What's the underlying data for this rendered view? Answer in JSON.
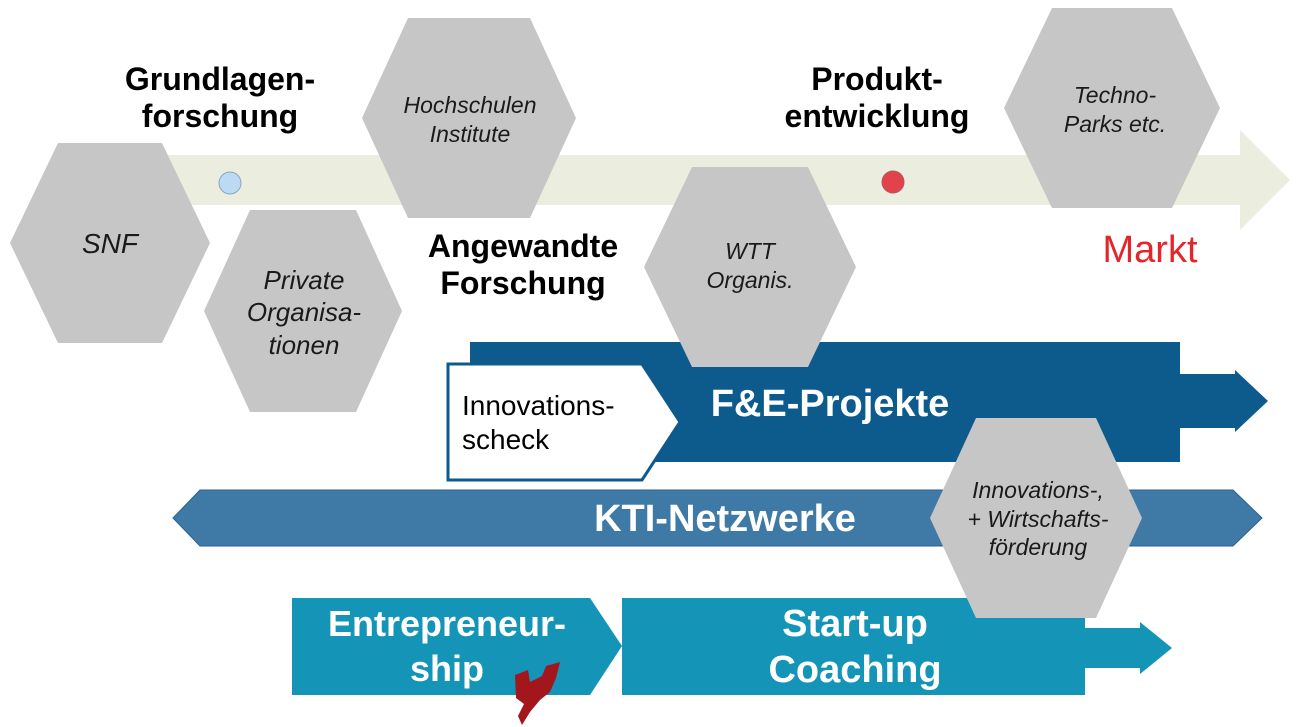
{
  "colors": {
    "main_arrow": "#ebeedf",
    "hexagon": "#c6c6c6",
    "fe_dark_blue": "#0d5a8c",
    "kti_blue": "#3f7aa6",
    "startup_teal": "#1495b8",
    "market_red": "#e3262b",
    "marker_blue": "#bcdaf3",
    "marker_red": "#e2434b"
  },
  "stages": {
    "grundlagen": "Grundlagen-\nforschung",
    "angewandte": "Angewandte\nForschung",
    "produkt": "Produkt-\nentwicklung",
    "markt": "Markt"
  },
  "hexagons": {
    "snf": "SNF",
    "private": "Private\nOrganisa-\ntionen",
    "hochschulen": "Hochschulen\nInstitute",
    "wtt": "WTT\nOrganis.",
    "techno": "Techno-\nParks etc.",
    "foerderung": "Innovations-,\n+ Wirtschafts-\nförderung"
  },
  "bars": {
    "fe_projekte": "F&E-Projekte",
    "innovationsscheck": "Innovations-\nscheck",
    "kti_netzwerke": "KTI-Netzwerke",
    "entrepreneurship": "Entrepreneur-\nship",
    "startup": "Start-up\nCoaching"
  }
}
